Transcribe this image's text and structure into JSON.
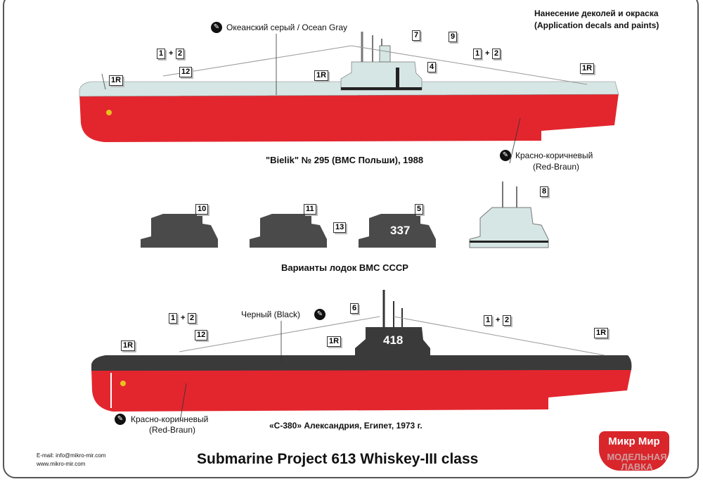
{
  "header": {
    "line1": "Нанесение деколей и окраска",
    "line2": "(Application decals and paints)"
  },
  "sub1": {
    "caption": "\"Bielik\" № 295 (ВМС Польши), 1988",
    "paint_top": "Океанский серый / Ocean Gray",
    "paint_bottom_ru": "Красно-коричневый",
    "paint_bottom_en": "(Red-Braun)",
    "callouts": [
      "1",
      "2",
      "12",
      "1R",
      "1R",
      "7",
      "9",
      "4",
      "1",
      "2",
      "1R"
    ],
    "plus": "+"
  },
  "variants": {
    "caption": "Варианты лодок ВМС СССР",
    "callouts": [
      "10",
      "11",
      "13",
      "5",
      "8"
    ],
    "hull_number": "337"
  },
  "sub2": {
    "caption": "«С-380»  Александрия, Египет, 1973 г.",
    "paint_top": "Черный  (Black)",
    "paint_bottom_ru": "Красно-коричневый",
    "paint_bottom_en": "(Red-Braun)",
    "hull_number": "418",
    "callouts": [
      "1",
      "2",
      "12",
      "1R",
      "6",
      "1R",
      "1",
      "2",
      "1R"
    ],
    "plus": "+"
  },
  "footer": {
    "email": "E-mail: info@mikro-mir.com",
    "web": "www.mikro-mir.com",
    "title": "Submarine Project 613 Whiskey-III class",
    "logo": "Микр Мир",
    "logo_sub": "МОДЕЛЬНАЯ ЛАВКА"
  },
  "colors": {
    "hull_red": "#e3262e",
    "ocean_gray": "#d6e6e4",
    "black": "#3a3a3a"
  }
}
